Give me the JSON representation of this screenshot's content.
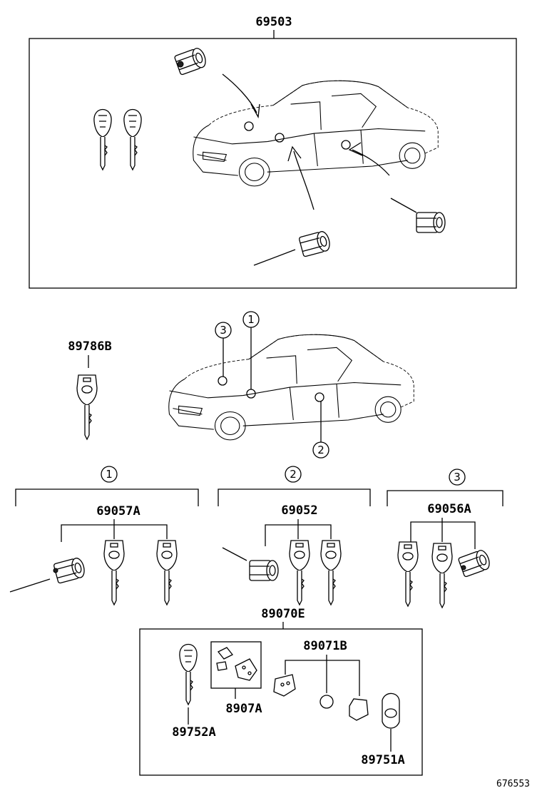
{
  "parts": {
    "p69503": "69503",
    "p89786B": "89786B",
    "p69057A": "69057A",
    "p69052": "69052",
    "p69056A": "69056A",
    "p89070E": "89070E",
    "p89071B": "89071B",
    "p8907A": "8907A",
    "p89752A": "89752A",
    "p89751A": "89751A"
  },
  "callouts": {
    "c1": "1",
    "c2": "2",
    "c3": "3"
  },
  "reference_number": "676553"
}
